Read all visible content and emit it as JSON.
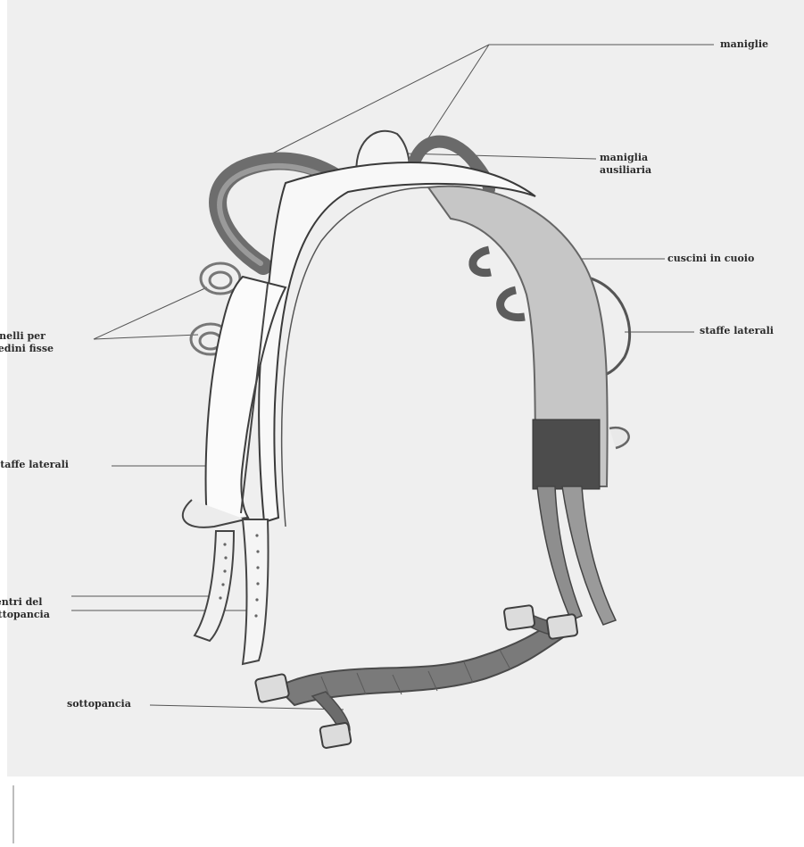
{
  "labels": {
    "maniglie": "maniglie",
    "maniglia_ausiliaria": [
      "maniglia",
      "ausiliaria"
    ],
    "cuscini": "cuscini in cuoio",
    "staffe_right": "staffe laterali",
    "anelli": [
      "anelli per",
      "redini fisse"
    ],
    "staffe_left": "staffe laterali",
    "centri": [
      "centri del",
      "sottopancia"
    ],
    "sottopancia": "sottopancia"
  },
  "colors": {
    "paper": "#f1f1f1",
    "ink": "#3a3a3a",
    "leather_light": "#c4c4c4",
    "leather_mid": "#8a8a8a",
    "leather_dark": "#4a4a4a"
  }
}
